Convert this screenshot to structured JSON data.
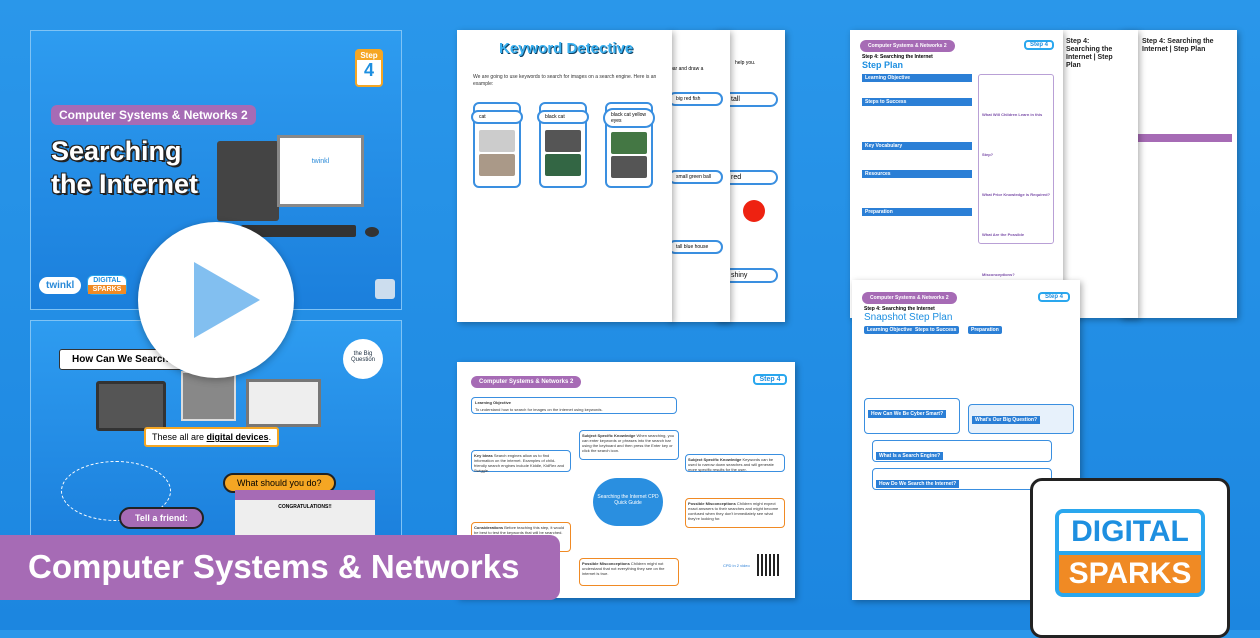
{
  "title_slide": {
    "pill": "Computer Systems & Networks 2",
    "title_line1": "Searching",
    "title_line2": "the Internet",
    "step_label": "Step",
    "step_number": "4",
    "screen_brand": "twinkl",
    "twinkl_logo": "twinkl",
    "ds_logo_line1": "DIGITAL",
    "ds_logo_line2": "SPARKS"
  },
  "question_slide": {
    "question": "How Can We Search",
    "caption_prefix": "These all are ",
    "caption_bold": "digital devices",
    "caption_suffix": ".",
    "big_question_1": "the Big",
    "big_question_2": "Question",
    "what_do": "What should you do?",
    "congrats": "CONGRATULATIONS!!",
    "tell_friend": "Tell a friend:"
  },
  "worksheet": {
    "title": "Keyword Detective",
    "intro": "We are going to use keywords to search for images on a search engine. Here is an example:",
    "searches": [
      "cat",
      "black cat",
      "black cat yellow eyes"
    ],
    "sheet2_text": "bar and draw a",
    "sheet2_searches": [
      "big red fish",
      "small green ball",
      "tall blue house"
    ],
    "sheet3_text": "help you.",
    "sheet3_words": [
      "tall",
      "red",
      "shiny"
    ]
  },
  "concept_map": {
    "pill": "Computer Systems & Networks 2",
    "step": "Step 4",
    "objective_title": "Learning Objective",
    "objective": "To understand how to search for images on the internet using keywords.",
    "center": "Searching the Internet CPD Quick Guide",
    "boxes": [
      {
        "title": "Key Ideas",
        "text": "Search engines allow us to find information on the internet. Examples of child-friendly search engines include Kiddle, KidRex and Swiggle."
      },
      {
        "title": "Subject Specific Knowledge",
        "text": "When searching, you can enter keywords or phrases into the search bar using the keyboard and then press the Enter key or click the search icon."
      },
      {
        "title": "Subject Specific Knowledge",
        "text": "Keywords can be used to narrow down searches and will generate more specific results for the user."
      },
      {
        "title": "Possible Misconceptions",
        "text": "Children might expect exact answers to their searches and might become confused when they don't immediately see what they're looking for."
      },
      {
        "title": "Possible Misconceptions",
        "text": "Children might not understand that not everything they see on the internet is true."
      },
      {
        "title": "Considerations",
        "text": "Before teaching this step, it would be best to test the keywords that will be searched."
      }
    ],
    "cpd_video": "CPD in 2 video"
  },
  "step_plan": {
    "pill": "Computer Systems & Networks 2",
    "step": "Step 4",
    "subtitle": "Step 4: Searching the Internet",
    "title": "Step Plan",
    "sections": [
      "Learning Objective",
      "Steps to Success",
      "Key Vocabulary",
      "Resources",
      "Preparation"
    ],
    "side_headings": [
      "What Will Children Learn in this Step?",
      "What Prior Knowledge is Required?",
      "What Are the Possible Misconceptions?"
    ],
    "header_right": "Step 4: Searching the Internet | Step Plan"
  },
  "snapshot": {
    "pill": "Computer Systems & Networks 2",
    "step": "Step 4",
    "subtitle": "Step 4: Searching the Internet",
    "title": "Snapshot Step Plan",
    "columns": [
      "Learning Objective",
      "Steps to Success",
      "Preparation"
    ],
    "boxes": [
      "How Can We Be Cyber Smart?",
      "What's Our Big Question?",
      "What Is a Search Engine?",
      "How Do We Search the Internet?"
    ]
  },
  "banner": {
    "label": "Computer Systems & Networks"
  },
  "brand_logo": {
    "line1": "DIGITAL",
    "line2": "SPARKS"
  },
  "colors": {
    "background": "#2290e6",
    "banner": "#a66bb5",
    "accent_blue": "#2b7fd6",
    "orange": "#f08a24"
  },
  "icons": [
    "play-icon",
    "search-icon",
    "big-question-icon"
  ]
}
